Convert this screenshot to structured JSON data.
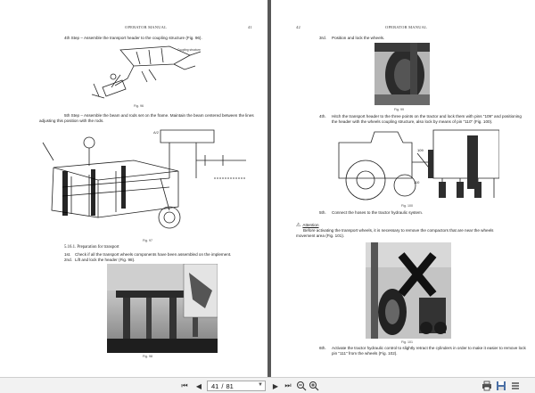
{
  "left_page": {
    "header_title": "OPERATOR MANUAL",
    "page_number": "41",
    "step4": "4th Step – Assemble the transport header to the coupling structure (Fig. 96).",
    "fig96_callout": "Coupling structure",
    "fig96_caption": "Fig. 96",
    "step5_line1": "5th Step – Assemble the beam and rods set on the frame. Maintain the beam centered between the lines",
    "step5_line2": "adjusting this position with the rods.",
    "fig97_label_ab": "A/2",
    "fig97_caption": "Fig. 97",
    "section_title": "5.16.1. Preparation for transport",
    "step1st_num": "1st.",
    "step1st_text": "Check if all the transport wheels components have been assembled on the implement.",
    "step2nd_num": "2nd.",
    "step2nd_text": "Lift and lock the header (Fig. 98).",
    "fig98_caption": "Fig. 98"
  },
  "right_page": {
    "page_number": "42",
    "header_title": "OPERATOR MANUAL",
    "step3rd_num": "3rd.",
    "step3rd_text": "Position and lock the wheels.",
    "fig99_caption": "Fig. 99",
    "step4th_num": "4th.",
    "step4th_line1": "Hitch the transport header to the three points on the tractor and lock them with pins \"109\" and positioning",
    "step4th_line2": "the header with the wheels coupling structure, also lock by means of pin \"110\" (Fig. 100).",
    "label_109": "109",
    "label_110": "110",
    "fig100_caption": "Fig. 100",
    "step5th_num": "5th.",
    "step5th_text": "Connect the hoses to the tractor hydraulic system.",
    "attention_label": "Attention",
    "attention_line1": "Before activating the transport wheels, it is necessary to remove the compactors that are near the wheels",
    "attention_line2": "movement area (Fig. 101).",
    "fig101_caption": "Fig. 101",
    "step6th_num": "6th.",
    "step6th_line1": "Activate the tractor hydraulic control to slightly retract the cylinders in order to make it easier to remove lock",
    "step6th_line2": "pin \"111\" from the wheels (Fig. 102)."
  },
  "toolbar": {
    "current_page": "41",
    "separator": "/",
    "total_pages": "81",
    "first_icon": "first-page-icon",
    "prev_icon": "prev-page-icon",
    "next_icon": "next-page-icon",
    "last_icon": "last-page-icon"
  }
}
